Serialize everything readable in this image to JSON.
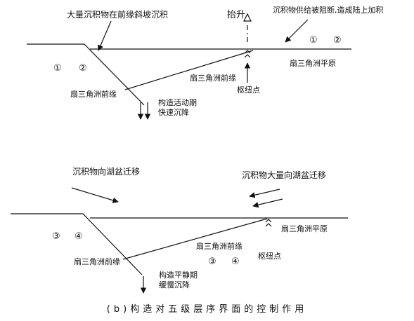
{
  "top": {
    "label_sediment_slope": "大量沉积物在前缘斜坡沉积",
    "label_uplift": "抬升",
    "label_supply_cut": "沉积物供给被阻断,造成陆上加积",
    "markers_left": [
      "①",
      "②"
    ],
    "markers_right": [
      "①",
      "②"
    ],
    "label_plain": "扇三角洲平原",
    "label_front_mid": "扇三角洲前缘",
    "label_front_left": "扇三角洲前缘",
    "label_hinge": "枢纽点",
    "label_subsidence_line1": "构造活动期",
    "label_subsidence_line2": "快速沉降"
  },
  "bottom": {
    "label_migrate_left": "沉积物向湖盆迁移",
    "label_migrate_right": "沉积物大量向湖盆迁移",
    "markers_left": [
      "③",
      "④"
    ],
    "markers_mid": [
      "③",
      "④"
    ],
    "label_plain": "扇三角洲平原",
    "label_front_mid": "扇三角洲前缘",
    "label_front_left": "扇三角洲前缘",
    "label_hinge": "枢纽点",
    "label_subsidence_line1": "构造平静期",
    "label_subsidence_line2": "缓慢沉降"
  },
  "caption": "(b)构造对五级层序界面的控制作用"
}
